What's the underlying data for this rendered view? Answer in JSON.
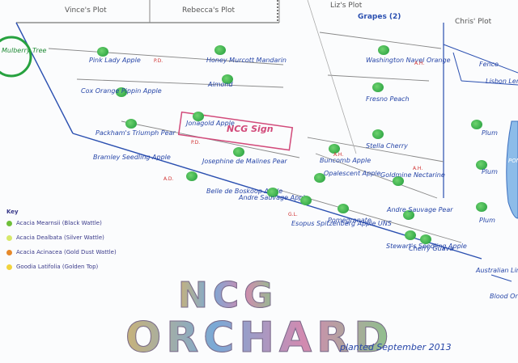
{
  "plots": {
    "vince": "Vince's Plot",
    "rebecca": "Rebecca's Plot",
    "liz": "Liz's Plot",
    "grapes": "Grapes (2)",
    "chris": "Chris' Plot"
  },
  "mulberry": "Mulberry Tree",
  "sign": "NCG Sign",
  "trees": {
    "pink_lady": "Pink Lady Apple",
    "honey_murcott": "Honey Murcott Mandarin",
    "almond": "Almond",
    "washington": "Washington Navel Orange",
    "fresno": "Fresno Peach",
    "cox_orange": "Cox Orange Pippin Apple",
    "jonagold": "Jonagold Apple",
    "packhams": "Packham's Triumph Pear",
    "bramley": "Bramley Seedling Apple",
    "josephine": "Josephine de Malines Pear",
    "belle": "Belle de Boskoop Apple",
    "andre_apple": "Andre Sauvage Apple",
    "esopus": "Esopus Spitzenberg Apple UNS",
    "pomegranate": "Pomegranate",
    "opalescent": "Opalescent Apple",
    "stella": "Stella Cherry",
    "buncomb": "Buncomb Apple",
    "goldmine": "Goldmine Nectarine",
    "andre_pear": "Andre Sauvage Pear",
    "cherry_guava": "Cherry Guava",
    "stewart": "Stewart's Seedling Apple",
    "plum1": "Plum",
    "plum2": "Plum",
    "plum3": "Plum",
    "australian_lime": "Australian Lime",
    "lemon": "Lisbon Lemon",
    "blood_orange": "Blood Orange",
    "fence": "Fence",
    "pond": "POND"
  },
  "wattle_tags": {
    "pd": "P.D.",
    "ah1": "A.H.",
    "ah2": "A.H.",
    "ah3": "A.H.",
    "pd2": "P.D.",
    "ad": "A.D.",
    "gl": "G.L."
  },
  "key": {
    "title": "Key",
    "items": [
      {
        "label": "Acacia Mearnsii (Black Wattle)",
        "color": "#6fbf3a"
      },
      {
        "label": "Acacia Dealbata (Silver Wattle)",
        "color": "#d7e86a"
      },
      {
        "label": "Acacia Acinacea (Gold Dust Wattle)",
        "color": "#e6892a"
      },
      {
        "label": "Goodia Latifolia (Golden Top)",
        "color": "#f1d33c"
      }
    ]
  },
  "title_top": "NCG",
  "title_bottom": "ORCHARD",
  "planted": "planted September 2013",
  "colors": {
    "ink": "#2746a8",
    "tree": "#27a23f",
    "sign": "#d24a7a",
    "pond": "#7fb3e6"
  }
}
